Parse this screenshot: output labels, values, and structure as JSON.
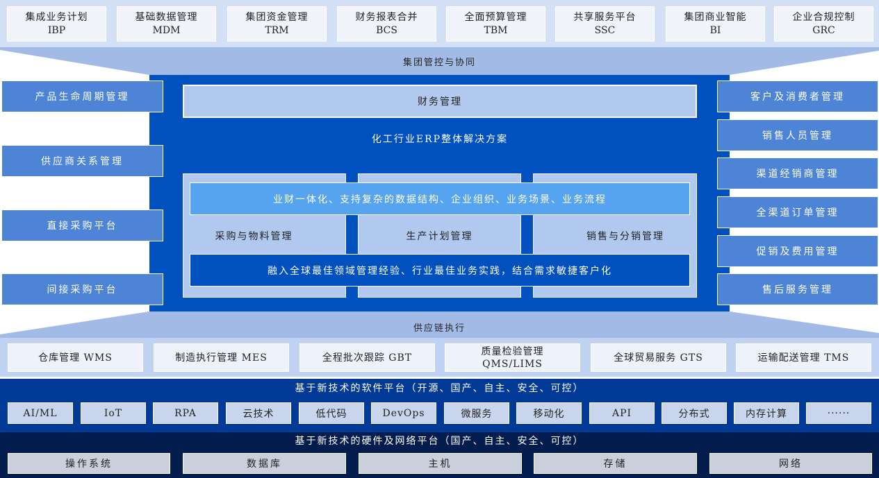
{
  "group_control": {
    "modules": [
      {
        "name": "集成业务计划",
        "code": "IBP"
      },
      {
        "name": "基础数据管理",
        "code": "MDM"
      },
      {
        "name": "集团资金管理",
        "code": "TRM"
      },
      {
        "name": "财务报表合并",
        "code": "BCS"
      },
      {
        "name": "全面预算管理",
        "code": "TBM"
      },
      {
        "name": "共享服务平台",
        "code": "SSC"
      },
      {
        "name": "集团商业智能",
        "code": "BI"
      },
      {
        "name": "企业合规控制",
        "code": "GRC"
      }
    ],
    "label": "集团管控与协同"
  },
  "left_modules": [
    "产品生命周期管理",
    "供应商关系管理",
    "直接采购平台",
    "间接采购平台"
  ],
  "right_modules": [
    "客户及消费者管理",
    "销售人员管理",
    "渠道经销商管理",
    "全渠道订单管理",
    "促销及费用管理",
    "售后服务管理"
  ],
  "core": {
    "finance": "财务管理",
    "title": "化工行业ERP整体解决方案",
    "integration": "业财一体化、支持复杂的数据结构、企业组织、业务场景、业务流程",
    "columns": [
      "采购与物料管理",
      "生产计划管理",
      "销售与分销管理"
    ],
    "best_practice": "融入全球最佳领域管理经验、行业最佳业务实践，结合需求敏捷客户化"
  },
  "supply_chain": {
    "label": "供应链执行",
    "modules": [
      {
        "name": "仓库管理 WMS",
        "sub": ""
      },
      {
        "name": "制造执行管理 MES",
        "sub": ""
      },
      {
        "name": "全程批次跟踪 GBT",
        "sub": ""
      },
      {
        "name": "质量检验管理",
        "sub": "QMS/LIMS"
      },
      {
        "name": "全球贸易服务 GTS",
        "sub": ""
      },
      {
        "name": "运输配送管理 TMS",
        "sub": ""
      }
    ]
  },
  "software_platform": {
    "title": "基于新技术的软件平台（开源、国产、自主、安全、可控）",
    "items": [
      "AI/ML",
      "IoT",
      "RPA",
      "云技术",
      "低代码",
      "DevOps",
      "微服务",
      "移动化",
      "API",
      "分布式",
      "内存计算",
      "······"
    ]
  },
  "hardware_platform": {
    "title": "基于新技术的硬件及网络平台（国产、自主、安全、可控）",
    "items": [
      "操作系统",
      "数据库",
      "主机",
      "存储",
      "网络"
    ]
  },
  "colors": {
    "main_blue": "#0050c0",
    "side_blue": "#4e84d6",
    "light_blue": "#b1c9ef",
    "bright_blue": "#56a4f0",
    "software_band": "#003a96",
    "hardware_band": "#021d4d"
  }
}
